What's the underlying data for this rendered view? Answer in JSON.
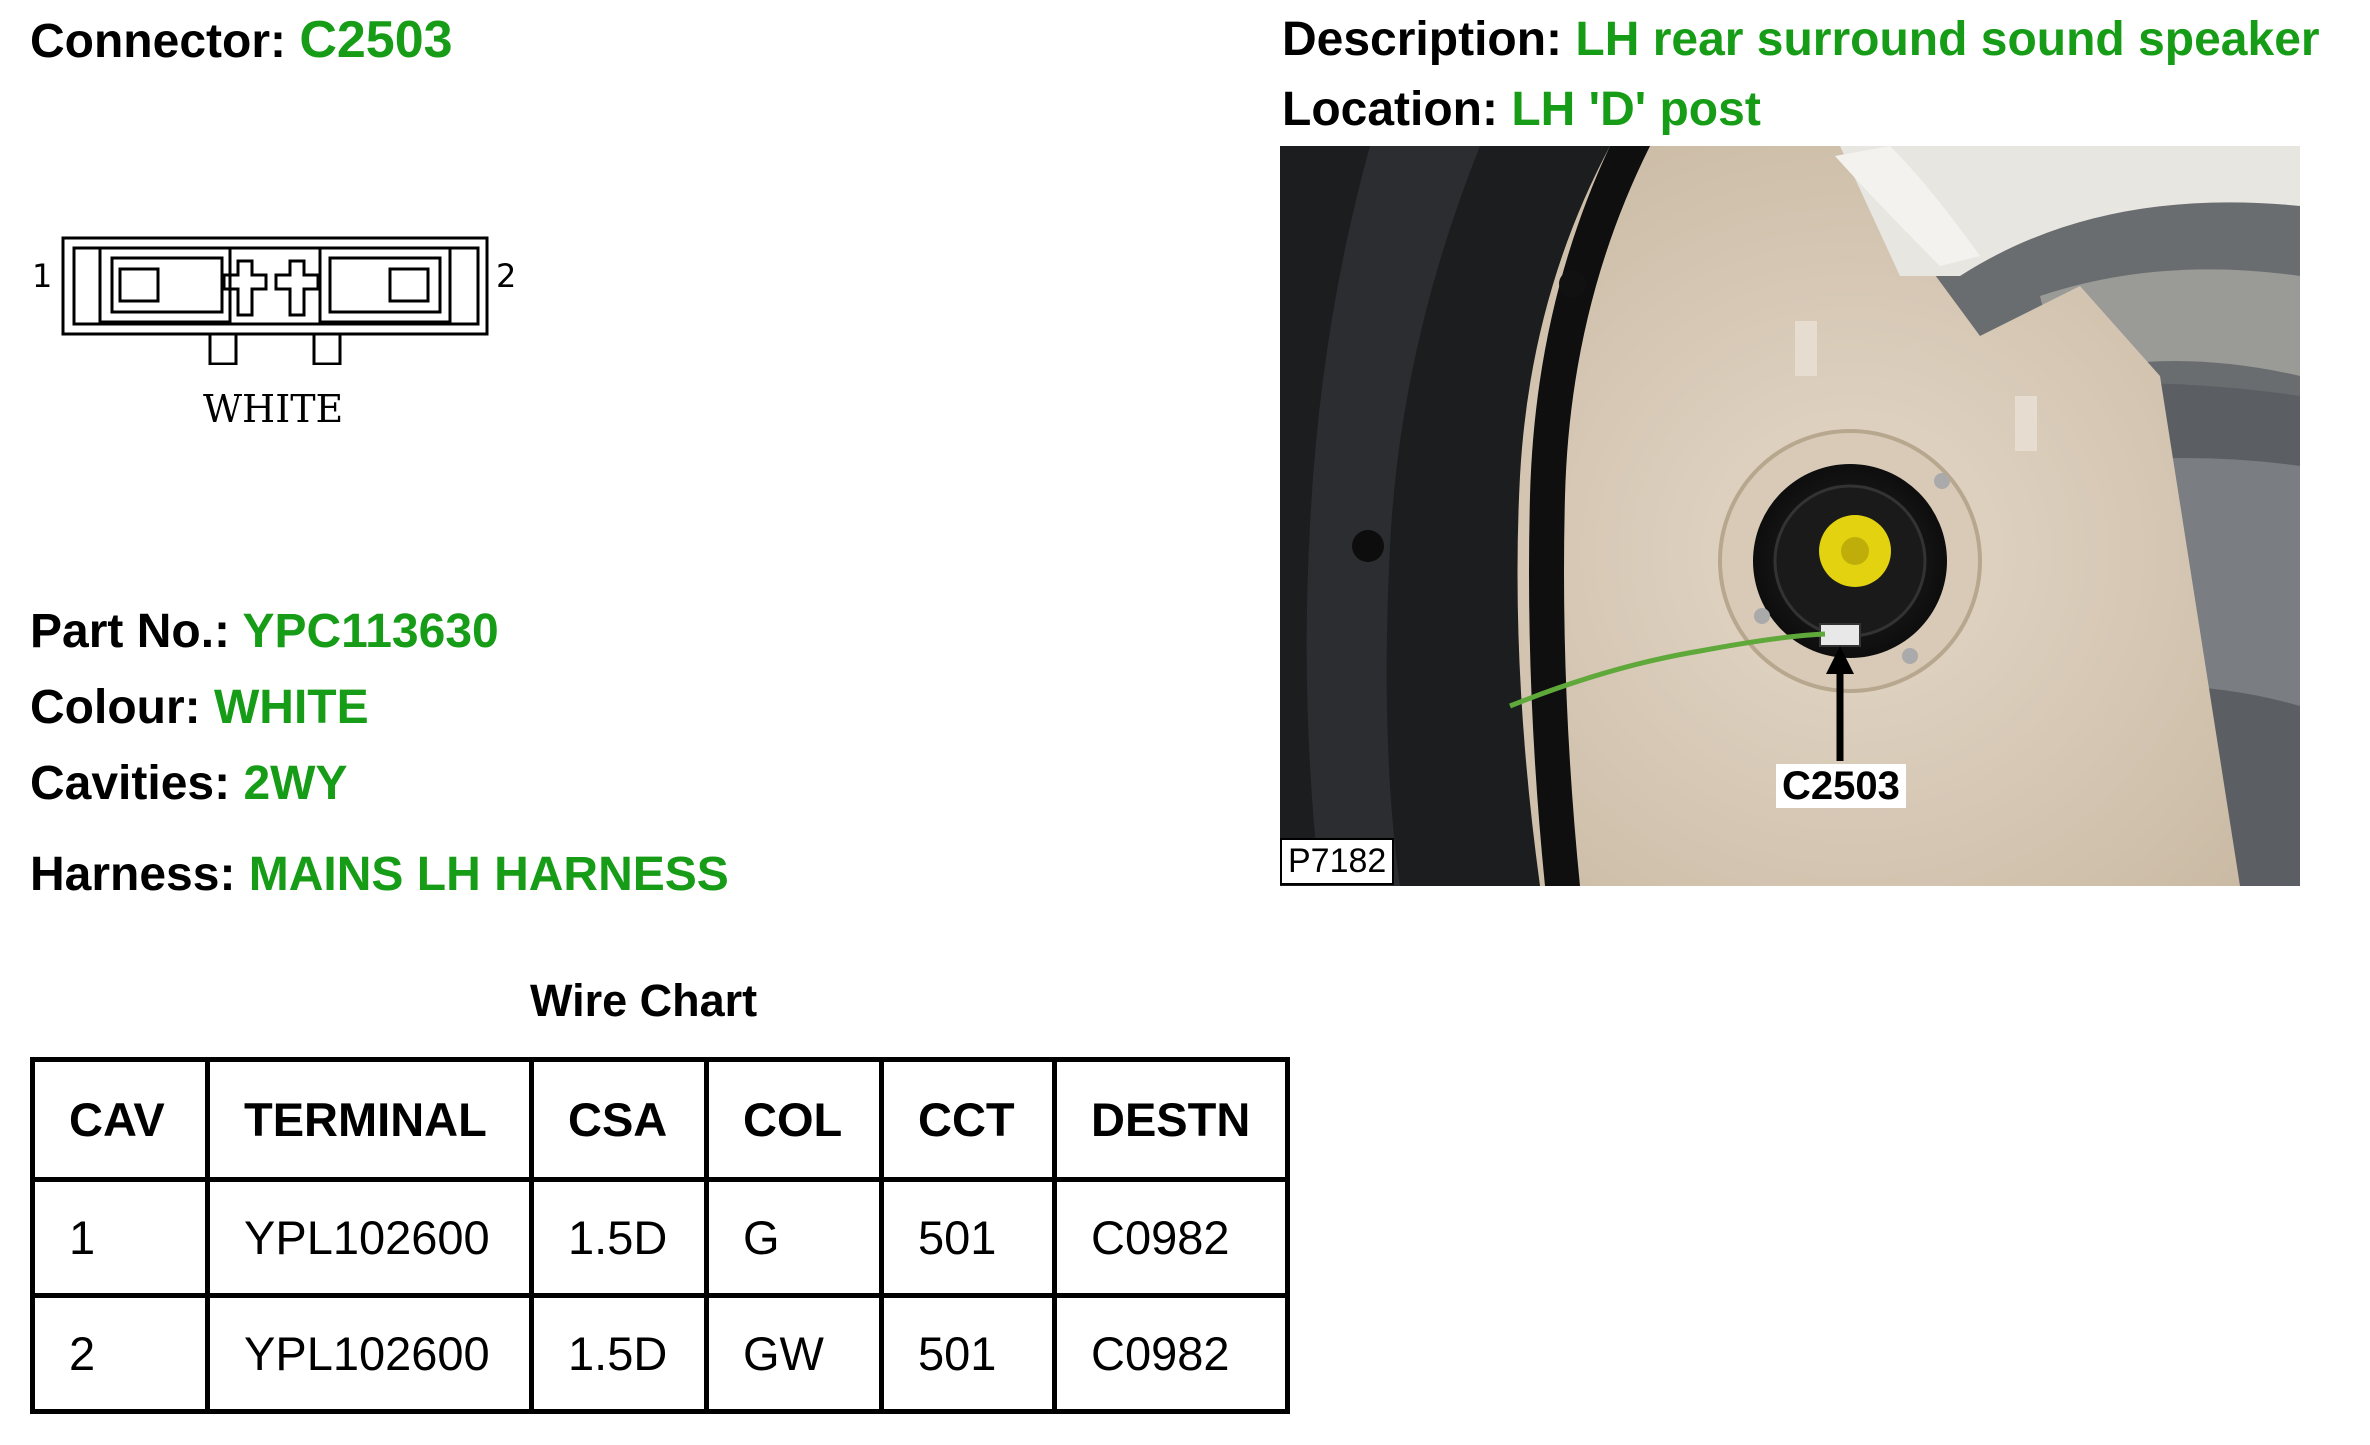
{
  "connector": {
    "label": "Connector:",
    "value": "C2503"
  },
  "description": {
    "label": "Description:",
    "value": "LH rear surround sound speaker"
  },
  "location": {
    "label": "Location:",
    "value": "LH 'D' post"
  },
  "diagram": {
    "pin_left": "1",
    "pin_right": "2",
    "color_label": "WHITE"
  },
  "part_no": {
    "label": "Part No.:",
    "value": "YPC113630"
  },
  "colour": {
    "label": "Colour:",
    "value": "WHITE"
  },
  "cavities": {
    "label": "Cavities:",
    "value": "2WY"
  },
  "harness": {
    "label": "Harness:",
    "value": "MAINS LH HARNESS"
  },
  "photo": {
    "callout": "C2503",
    "ref": "P7182"
  },
  "wire_chart": {
    "title": "Wire Chart",
    "headers": [
      "CAV",
      "TERMINAL",
      "CSA",
      "COL",
      "CCT",
      "DESTN"
    ],
    "rows": [
      [
        "1",
        "YPL102600",
        "1.5D",
        "G",
        "501",
        "C0982"
      ],
      [
        "2",
        "YPL102600",
        "1.5D",
        "GW",
        "501",
        "C0982"
      ]
    ]
  }
}
